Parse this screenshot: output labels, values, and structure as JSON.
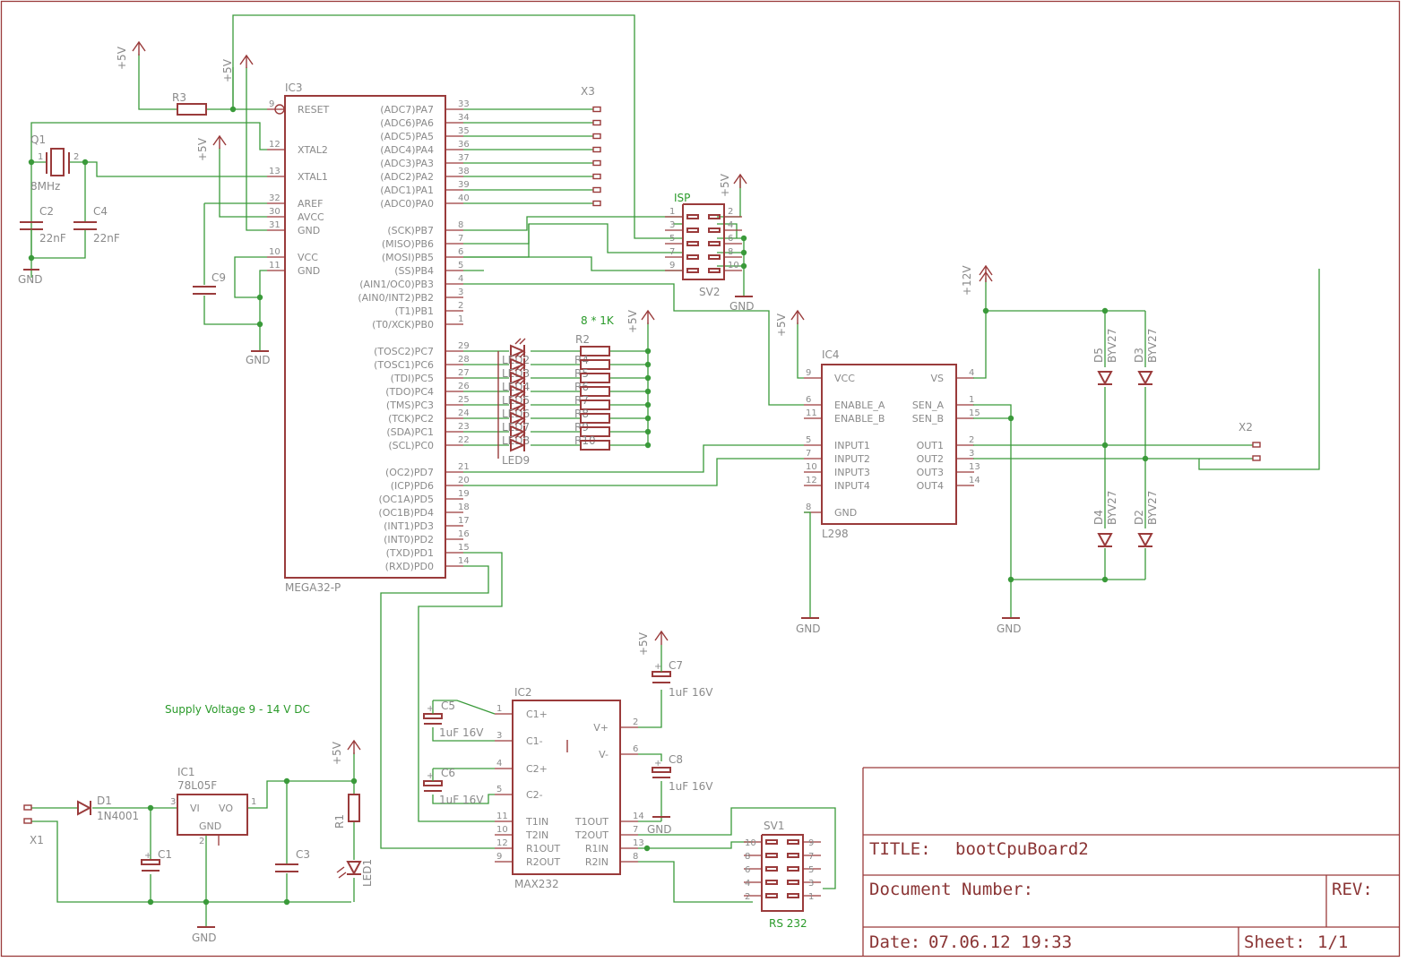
{
  "title_block": {
    "title_label": "TITLE:",
    "title_value": "bootCpuBoard2",
    "document_label": "Document Number:",
    "rev_label": "REV:",
    "date_label": "Date:",
    "date_value": "07.06.12 19:33",
    "sheet_label": "Sheet:",
    "sheet_value": "1/1"
  },
  "notes": {
    "supply": "Supply Voltage 9 - 14 V DC",
    "resistor_array": "8 * 1K",
    "isp": "ISP",
    "rs232": "RS 232"
  },
  "power": {
    "p5v": "+5V",
    "p12v": "+12V",
    "gnd": "GND"
  },
  "ic3": {
    "ref": "IC3",
    "value": "MEGA32-P",
    "left_pins": [
      {
        "num": "9",
        "name": "RESET"
      },
      {
        "num": "12",
        "name": "XTAL2"
      },
      {
        "num": "13",
        "name": "XTAL1"
      },
      {
        "num": "32",
        "name": "AREF"
      },
      {
        "num": "30",
        "name": "AVCC"
      },
      {
        "num": "31",
        "name": "GND"
      },
      {
        "num": "10",
        "name": "VCC"
      },
      {
        "num": "11",
        "name": "GND"
      }
    ],
    "right_pins": [
      {
        "num": "33",
        "name": "(ADC7)PA7"
      },
      {
        "num": "34",
        "name": "(ADC6)PA6"
      },
      {
        "num": "35",
        "name": "(ADC5)PA5"
      },
      {
        "num": "36",
        "name": "(ADC4)PA4"
      },
      {
        "num": "37",
        "name": "(ADC3)PA3"
      },
      {
        "num": "38",
        "name": "(ADC2)PA2"
      },
      {
        "num": "39",
        "name": "(ADC1)PA1"
      },
      {
        "num": "40",
        "name": "(ADC0)PA0"
      },
      {
        "num": "8",
        "name": "(SCK)PB7"
      },
      {
        "num": "7",
        "name": "(MISO)PB6"
      },
      {
        "num": "6",
        "name": "(MOSI)PB5"
      },
      {
        "num": "5",
        "name": "(SS)PB4"
      },
      {
        "num": "4",
        "name": "(AIN1/OC0)PB3"
      },
      {
        "num": "3",
        "name": "(AIN0/INT2)PB2"
      },
      {
        "num": "2",
        "name": "(T1)PB1"
      },
      {
        "num": "1",
        "name": "(T0/XCK)PB0"
      },
      {
        "num": "29",
        "name": "(TOSC2)PC7"
      },
      {
        "num": "28",
        "name": "(TOSC1)PC6"
      },
      {
        "num": "27",
        "name": "(TDI)PC5"
      },
      {
        "num": "26",
        "name": "(TDO)PC4"
      },
      {
        "num": "25",
        "name": "(TMS)PC3"
      },
      {
        "num": "24",
        "name": "(TCK)PC2"
      },
      {
        "num": "23",
        "name": "(SDA)PC1"
      },
      {
        "num": "22",
        "name": "(SCL)PC0"
      },
      {
        "num": "21",
        "name": "(OC2)PD7"
      },
      {
        "num": "20",
        "name": "(ICP)PD6"
      },
      {
        "num": "19",
        "name": "(OC1A)PD5"
      },
      {
        "num": "18",
        "name": "(OC1B)PD4"
      },
      {
        "num": "17",
        "name": "(INT1)PD3"
      },
      {
        "num": "16",
        "name": "(INT0)PD2"
      },
      {
        "num": "15",
        "name": "(TXD)PD1"
      },
      {
        "num": "14",
        "name": "(RXD)PD0"
      }
    ]
  },
  "ic4": {
    "ref": "IC4",
    "value": "L298",
    "left_pins": [
      {
        "num": "9",
        "name": "VCC"
      },
      {
        "num": "6",
        "name": "ENABLE_A"
      },
      {
        "num": "11",
        "name": "ENABLE_B"
      },
      {
        "num": "5",
        "name": "INPUT1"
      },
      {
        "num": "7",
        "name": "INPUT2"
      },
      {
        "num": "10",
        "name": "INPUT3"
      },
      {
        "num": "12",
        "name": "INPUT4"
      },
      {
        "num": "8",
        "name": "GND"
      }
    ],
    "right_pins": [
      {
        "num": "4",
        "name": "VS"
      },
      {
        "num": "1",
        "name": "SEN_A"
      },
      {
        "num": "15",
        "name": "SEN_B"
      },
      {
        "num": "2",
        "name": "OUT1"
      },
      {
        "num": "3",
        "name": "OUT2"
      },
      {
        "num": "13",
        "name": "OUT3"
      },
      {
        "num": "14",
        "name": "OUT4"
      }
    ]
  },
  "ic2": {
    "ref": "IC2",
    "value": "MAX232",
    "left_pins": [
      {
        "num": "1",
        "name": "C1+"
      },
      {
        "num": "3",
        "name": "C1-"
      },
      {
        "num": "4",
        "name": "C2+"
      },
      {
        "num": "5",
        "name": "C2-"
      },
      {
        "num": "11",
        "name": "T1IN"
      },
      {
        "num": "10",
        "name": "T2IN"
      },
      {
        "num": "12",
        "name": "R1OUT"
      },
      {
        "num": "9",
        "name": "R2OUT"
      }
    ],
    "right_pins": [
      {
        "num": "2",
        "name": "V+"
      },
      {
        "num": "6",
        "name": "V-"
      },
      {
        "num": "14",
        "name": "T1OUT"
      },
      {
        "num": "7",
        "name": "T2OUT"
      },
      {
        "num": "13",
        "name": "R1IN"
      },
      {
        "num": "8",
        "name": "R2IN"
      }
    ]
  },
  "ic1": {
    "ref": "IC1",
    "value": "78L05F",
    "vi": "VI",
    "vo": "VO",
    "gnd": "GND",
    "pin_in": "3",
    "pin_out": "1",
    "pin_gnd": "2"
  },
  "parts": {
    "r3": "R3",
    "q1": "Q1",
    "q1_value": "8MHz",
    "q1_pin1": "1",
    "q1_pin2": "2",
    "c2": "C2",
    "c4": "C4",
    "cap22": "22nF",
    "c9": "C9",
    "r2": "R2",
    "resistors": [
      "R4",
      "R5",
      "R6",
      "R7",
      "R8",
      "R9",
      "R10"
    ],
    "leds": [
      "LED2",
      "LED3",
      "LED4",
      "LED5",
      "LED6",
      "LED7",
      "LED8"
    ],
    "led9": "LED9",
    "d1": "D1",
    "d1_value": "1N4001",
    "c1": "C1",
    "c3": "C3",
    "r1": "R1",
    "led1": "LED1",
    "x1": "X1",
    "x2": "X2",
    "x3": "X3",
    "c5": "C5",
    "c6": "C6",
    "c7": "C7",
    "c8": "C8",
    "cap1u": "1uF 16V",
    "d2": "D2",
    "d3": "D3",
    "d4": "D4",
    "d5": "D5",
    "byv": "BYV27"
  },
  "sv2": {
    "ref": "SV2",
    "pins_left": [
      "1",
      "3",
      "5",
      "7",
      "9"
    ],
    "pins_right": [
      "2",
      "4",
      "6",
      "8",
      "10"
    ]
  },
  "sv1": {
    "ref": "SV1",
    "pins_left": [
      "10",
      "8",
      "6",
      "4",
      "2"
    ],
    "pins_right": [
      "9",
      "7",
      "5",
      "3",
      "1"
    ]
  }
}
